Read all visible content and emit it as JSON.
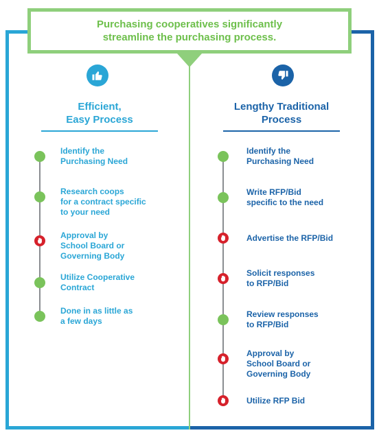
{
  "banner": {
    "text": "Purchasing cooperatives significantly streamline the purchasing process."
  },
  "left": {
    "icon": "thumbs-up-icon",
    "title_line1": "Efficient,",
    "title_line2": "Easy Process",
    "steps": [
      {
        "lines": [
          "Identify the",
          "Purchasing Need"
        ],
        "status": "go"
      },
      {
        "lines": [
          "Research coops",
          "for a contract specific",
          "to your need"
        ],
        "status": "go"
      },
      {
        "lines": [
          "Approval by",
          "School Board or",
          "Governing Body"
        ],
        "status": "stop"
      },
      {
        "lines": [
          "Utilize Cooperative",
          "Contract"
        ],
        "status": "go"
      },
      {
        "lines": [
          "Done in as little as",
          "a few days"
        ],
        "status": "go"
      }
    ]
  },
  "right": {
    "icon": "thumbs-down-icon",
    "title_line1": "Lengthy Traditional",
    "title_line2": "Process",
    "steps": [
      {
        "lines": [
          "Identify the",
          "Purchasing Need"
        ],
        "status": "go"
      },
      {
        "lines": [
          "Write RFP/Bid",
          "specific to the need"
        ],
        "status": "go"
      },
      {
        "lines": [
          "Advertise the RFP/Bid"
        ],
        "status": "stop"
      },
      {
        "lines": [
          "Solicit responses",
          "to RFP/Bid"
        ],
        "status": "stop"
      },
      {
        "lines": [
          "Review responses",
          "to RFP/Bid"
        ],
        "status": "go"
      },
      {
        "lines": [
          "Approval by",
          "School Board or",
          "Governing Body"
        ],
        "status": "stop"
      },
      {
        "lines": [
          "Utilize RFP Bid"
        ],
        "status": "stop"
      }
    ]
  },
  "colors": {
    "left_accent": "#2aa6d6",
    "right_accent": "#1b63a8",
    "banner_green": "#6dbf4b",
    "go": "#7ac35b",
    "stop": "#d6212b"
  }
}
